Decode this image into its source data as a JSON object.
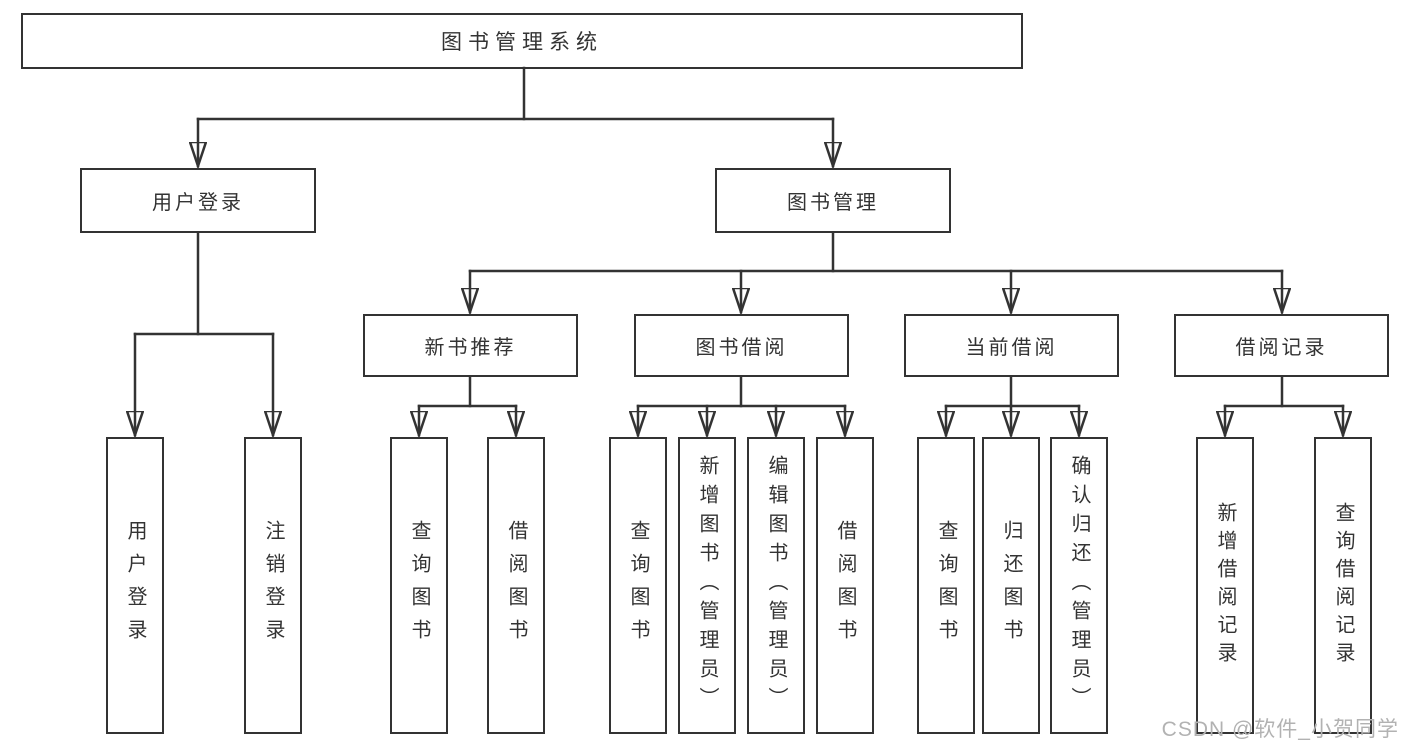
{
  "diagram": {
    "title": "图书管理系统",
    "branches": [
      {
        "label": "用户登录",
        "children": [
          "用户登录",
          "注销登录"
        ]
      },
      {
        "label": "图书管理",
        "children": [
          {
            "label": "新书推荐",
            "children": [
              "查询图书",
              "借阅图书"
            ]
          },
          {
            "label": "图书借阅",
            "children": [
              "查询图书",
              "新增图书（管理员）",
              "编辑图书（管理员）",
              "借阅图书"
            ]
          },
          {
            "label": "当前借阅",
            "children": [
              "查询图书",
              "归还图书",
              "确认归还（管理员）"
            ]
          },
          {
            "label": "借阅记录",
            "children": [
              "新增借阅记录",
              "查询借阅记录"
            ]
          }
        ]
      }
    ]
  },
  "watermark": {
    "text": "CSDN @软件_小贺同学",
    "color": "#b2b2b2"
  },
  "colors": {
    "line": "#333333",
    "node_border": "#333333",
    "node_fill": "#ffffff",
    "text": "#333333",
    "background": "#ffffff"
  }
}
